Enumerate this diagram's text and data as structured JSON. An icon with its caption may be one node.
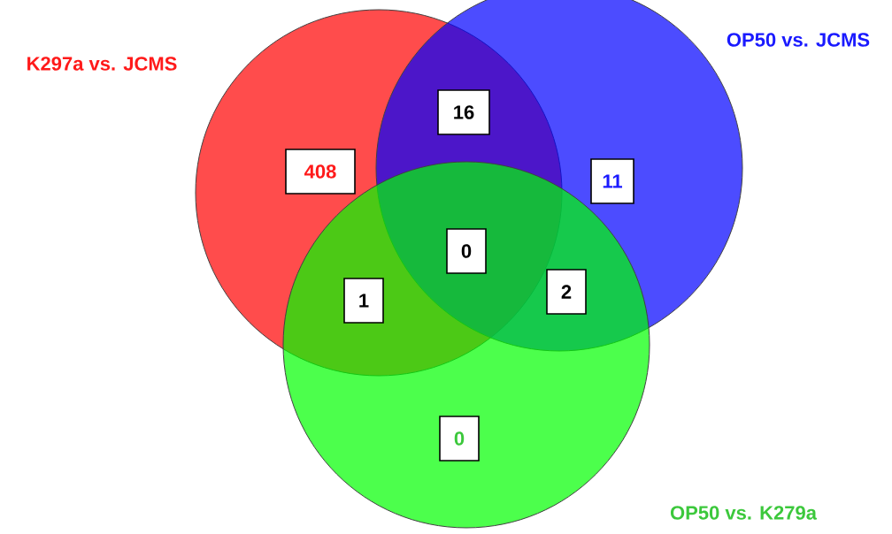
{
  "diagram": {
    "nodes": [
      {
        "text": [
          "K297a vs. JCMS"
        ]
      },
      {
        "text": [
          "OP50 vs. JCMS"
        ]
      },
      {
        "text": [
          "408"
        ],
        "in": 0
      },
      {
        "text": [
          "16"
        ]
      },
      {
        "text": [
          "11"
        ],
        "in": 1
      },
      {
        "text": [
          "0"
        ]
      },
      {
        "text": [
          "1"
        ]
      },
      {
        "text": [
          "2"
        ]
      },
      {
        "text": [
          "OP50 vs. K279a"
        ]
      },
      {
        "text": [
          "0"
        ],
        "in": 8
      }
    ]
  }
}
